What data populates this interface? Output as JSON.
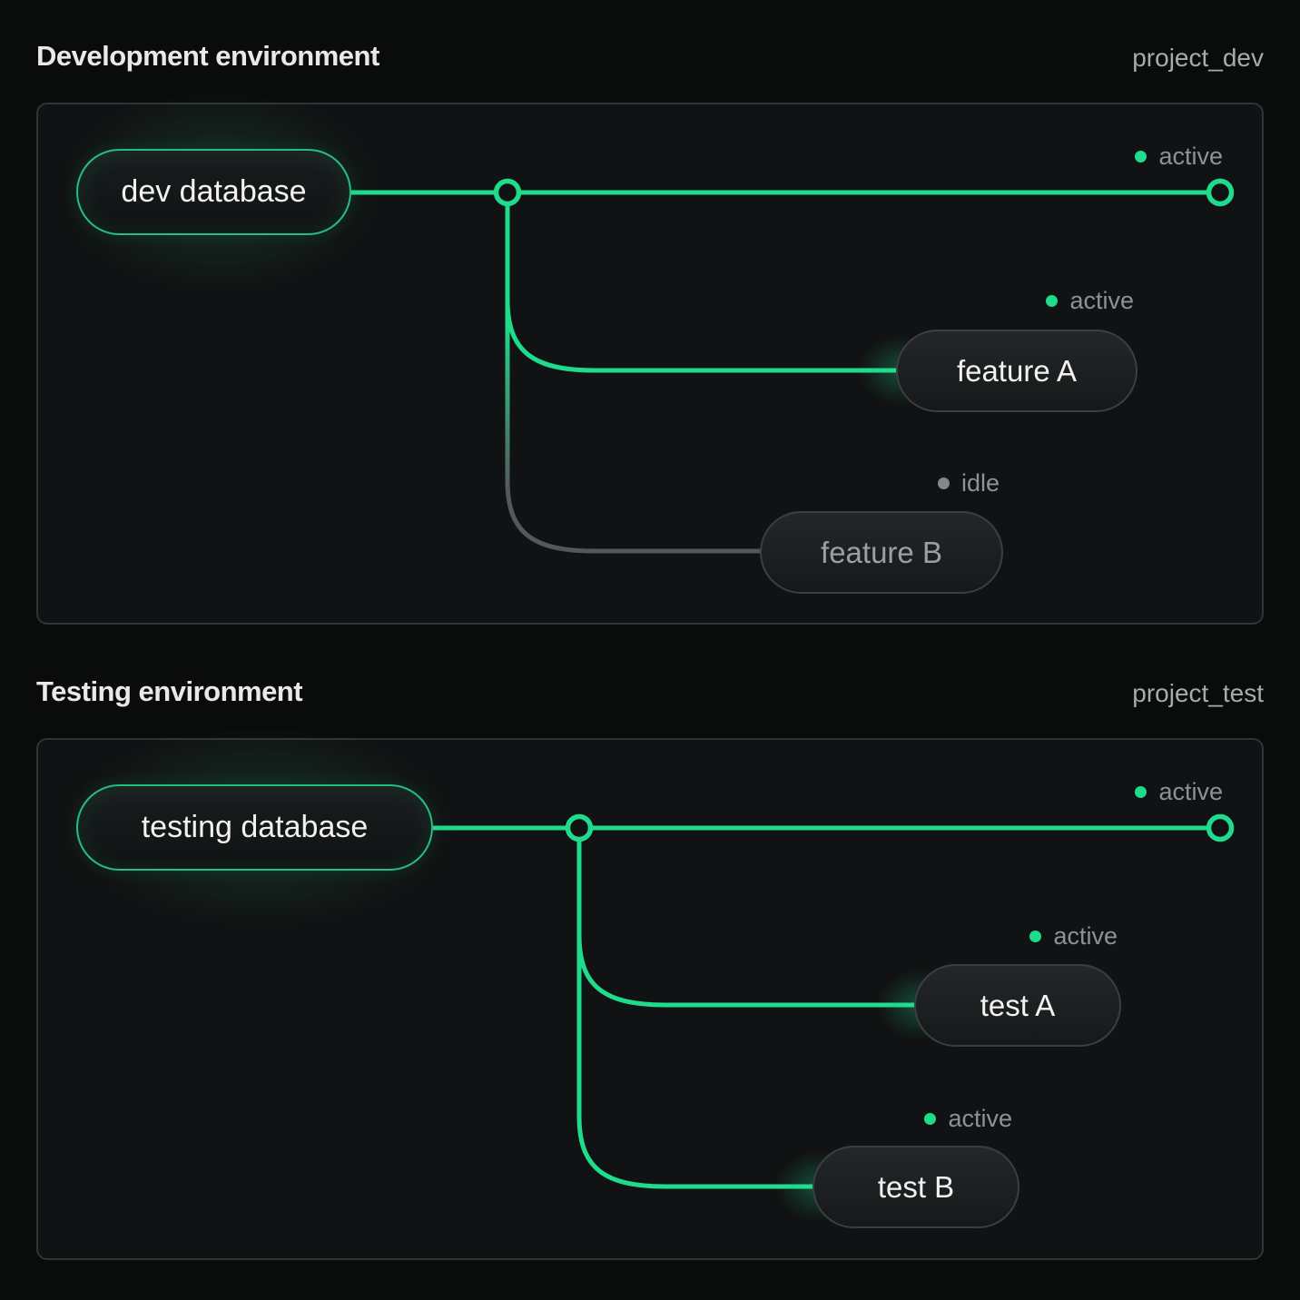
{
  "colors": {
    "accent_green": "#1edc8c",
    "idle_gray": "#55595c",
    "background": "#0a0b0b"
  },
  "sections": [
    {
      "title": "Development environment",
      "project": "project_dev",
      "trunk": {
        "label": "dev database",
        "status": "active"
      },
      "branches": [
        {
          "label": "feature A",
          "status": "active"
        },
        {
          "label": "feature B",
          "status": "idle"
        }
      ]
    },
    {
      "title": "Testing environment",
      "project": "project_test",
      "trunk": {
        "label": "testing database",
        "status": "active"
      },
      "branches": [
        {
          "label": "test A",
          "status": "active"
        },
        {
          "label": "test B",
          "status": "active"
        }
      ]
    }
  ]
}
